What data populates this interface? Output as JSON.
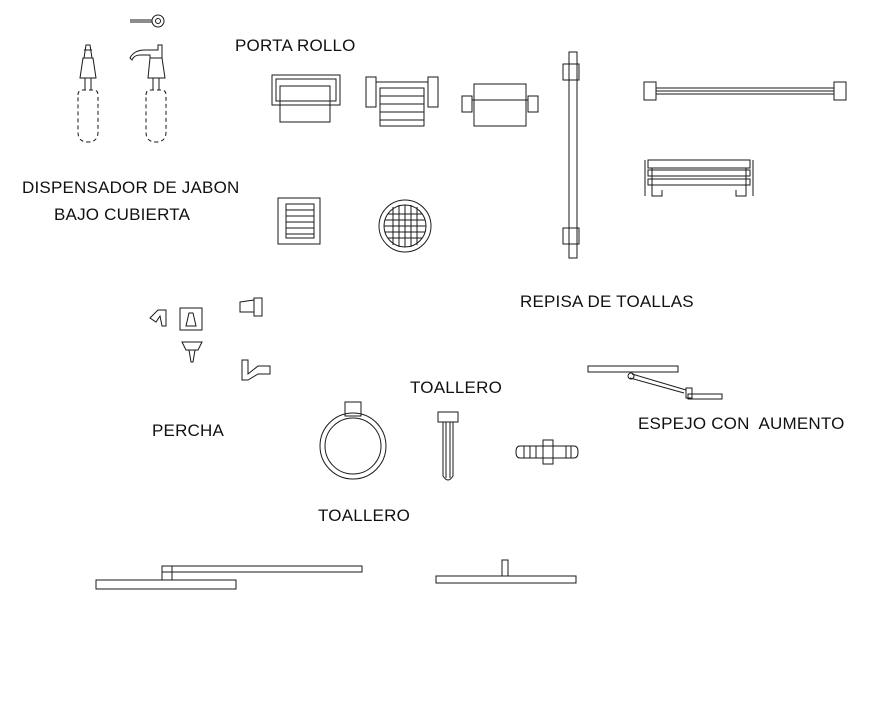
{
  "labels": {
    "porta_rollo": "PORTA ROLLO",
    "dispensador_line1": "DISPENSADOR DE JABON",
    "dispensador_line2": "BAJO CUBIERTA",
    "repisa": "REPISA DE TOALLAS",
    "toallero_top": "TOALLERO",
    "espejo": "ESPEJO CON  AUMENTO",
    "percha": "PERCHA",
    "toallero_bottom": "TOALLERO"
  },
  "colors": {
    "line": "#1a1a1a",
    "text": "#111111",
    "background": "#ffffff"
  }
}
